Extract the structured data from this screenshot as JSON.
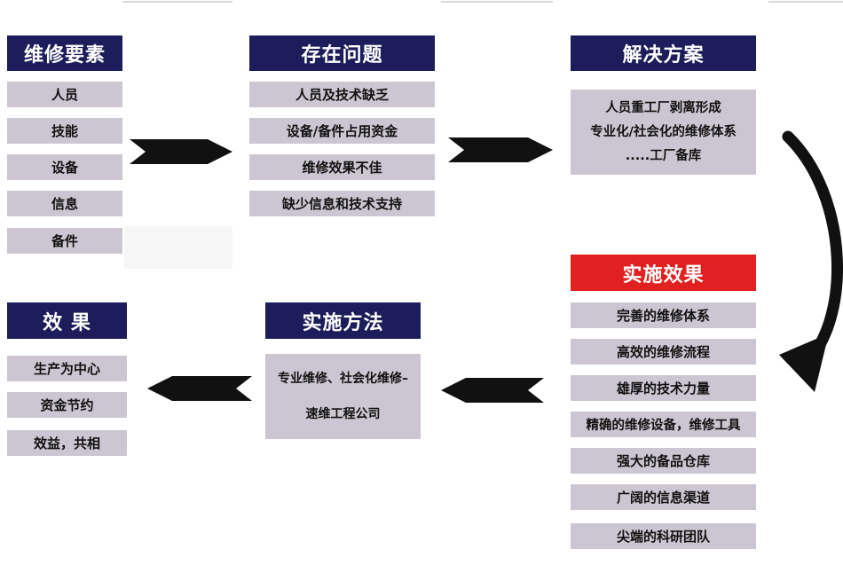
{
  "elements": {
    "header": "维修要素",
    "items": [
      "人员",
      "技能",
      "设备",
      "信息",
      "备件"
    ]
  },
  "problems": {
    "header": "存在问题",
    "items": [
      "人员及技术缺乏",
      "设备/备件占用资金",
      "维修效果不佳",
      "缺少信息和技术支持"
    ]
  },
  "solution": {
    "header": "解决方案",
    "lines": [
      "人员重工厂剥离形成",
      "专业化/社会化的维修体系",
      ".....工厂备库"
    ]
  },
  "implementation_effects": {
    "header": "实施效果",
    "items": [
      "完善的维修体系",
      "高效的维修流程",
      "雄厚的技术力量",
      "精确的维修设备，维修工具",
      "强大的备品仓库",
      "广阔的信息渠道",
      "尖端的科研团队"
    ]
  },
  "method": {
    "header": "实施方法",
    "lines": [
      "专业维修、社会化维修–",
      "速维工程公司"
    ]
  },
  "results": {
    "header": "效 果",
    "items": [
      "生产为中心",
      "资金节约",
      "效益，共相"
    ]
  },
  "colors": {
    "header_navy": "#1d1d5c",
    "header_red": "#e0211f",
    "item_bg": "#ccc6d2",
    "arrow": "#111111"
  }
}
